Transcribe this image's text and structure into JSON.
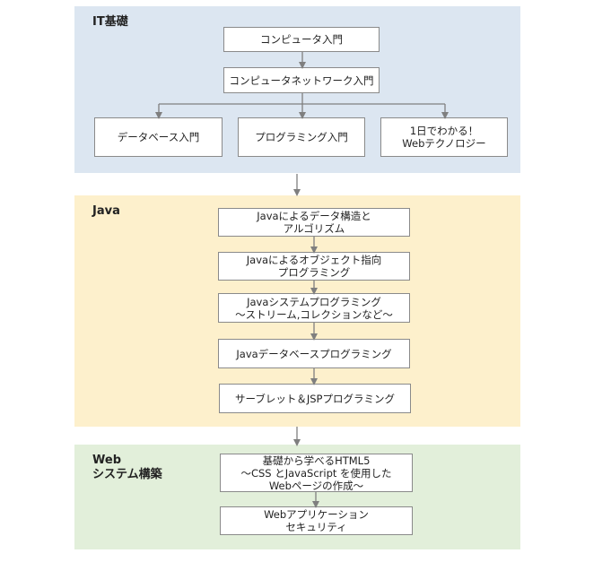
{
  "sections": {
    "it": {
      "title": "IT基礎",
      "boxes": [
        "コンピュータ入門",
        "コンピュータネットワーク入門",
        "データベース入門",
        "プログラミング入門",
        "1日でわかる！\nWebテクノロジー"
      ]
    },
    "java": {
      "title": "Java",
      "boxes": [
        "Javaによるデータ構造と\nアルゴリズム",
        "Javaによるオブジェクト指向\nプログラミング",
        "Javaシステムプログラミング\n～ストリーム,コレクションなど～",
        "Javaデータベースプログラミング",
        "サーブレット＆JSPプログラミング"
      ]
    },
    "web": {
      "title": "Web\nシステム構築",
      "boxes": [
        "基礎から学べるHTML5\n～CSS とJavaScript を使用した\nWebページの作成～",
        "Webアプリケーション\nセキュリティ"
      ]
    }
  },
  "colors": {
    "it_panel": "#dce6f1",
    "java_panel": "#fdf0cc",
    "web_panel": "#e2efda",
    "connector": "#7f7f7f"
  }
}
